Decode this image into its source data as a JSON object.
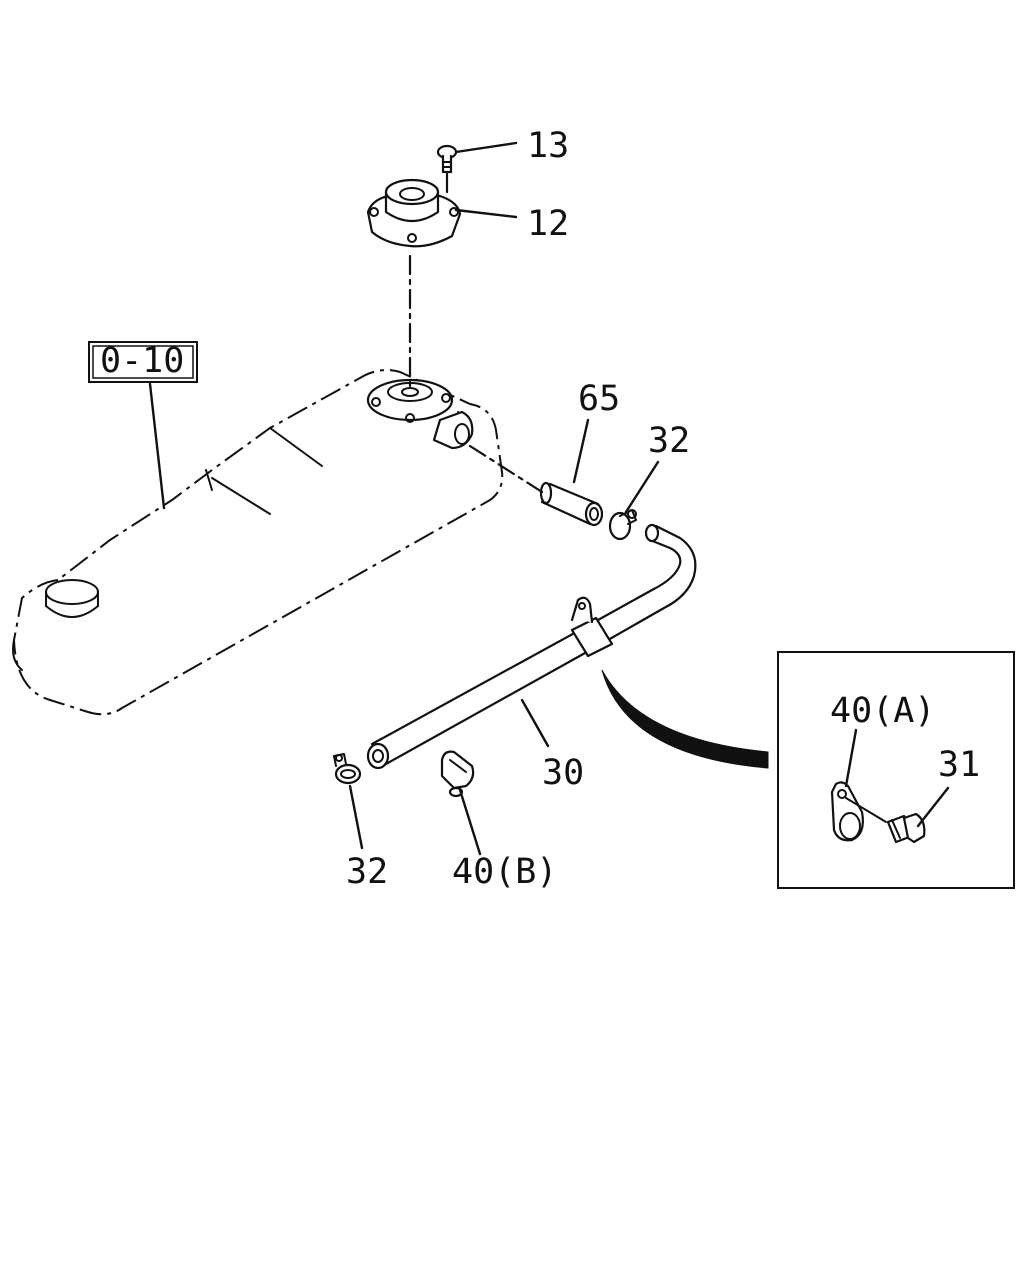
{
  "reference_box": {
    "label": "0-10"
  },
  "callouts": {
    "p13": "13",
    "p12": "12",
    "p65": "65",
    "p32_upper": "32",
    "p30": "30",
    "p32_lower": "32",
    "p40b": "40(B)",
    "p40a": "40(A)",
    "p31": "31"
  }
}
